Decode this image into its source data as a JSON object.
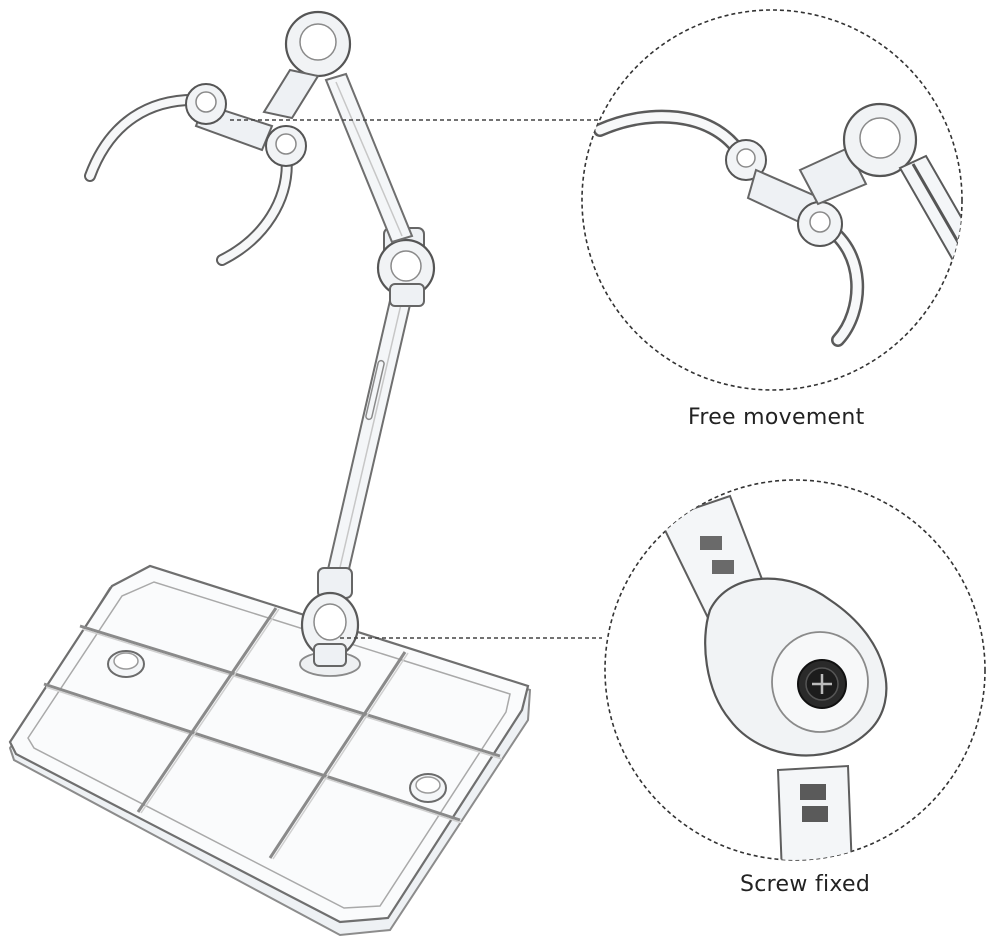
{
  "captions": {
    "top": "Free movement",
    "bottom": "Screw fixed"
  },
  "colors": {
    "outline": "#7a7a7a",
    "outline_dark": "#3a3a3a",
    "plastic_fill": "#f3f5f7",
    "plastic_shade": "#d9dde1",
    "dashed_line": "#444444",
    "screw_head": "#1c1c1c"
  },
  "icons": {
    "detail_top": "clamp-detail-image",
    "detail_bottom": "screw-joint-detail-image",
    "product": "action-figure-stand-image"
  }
}
